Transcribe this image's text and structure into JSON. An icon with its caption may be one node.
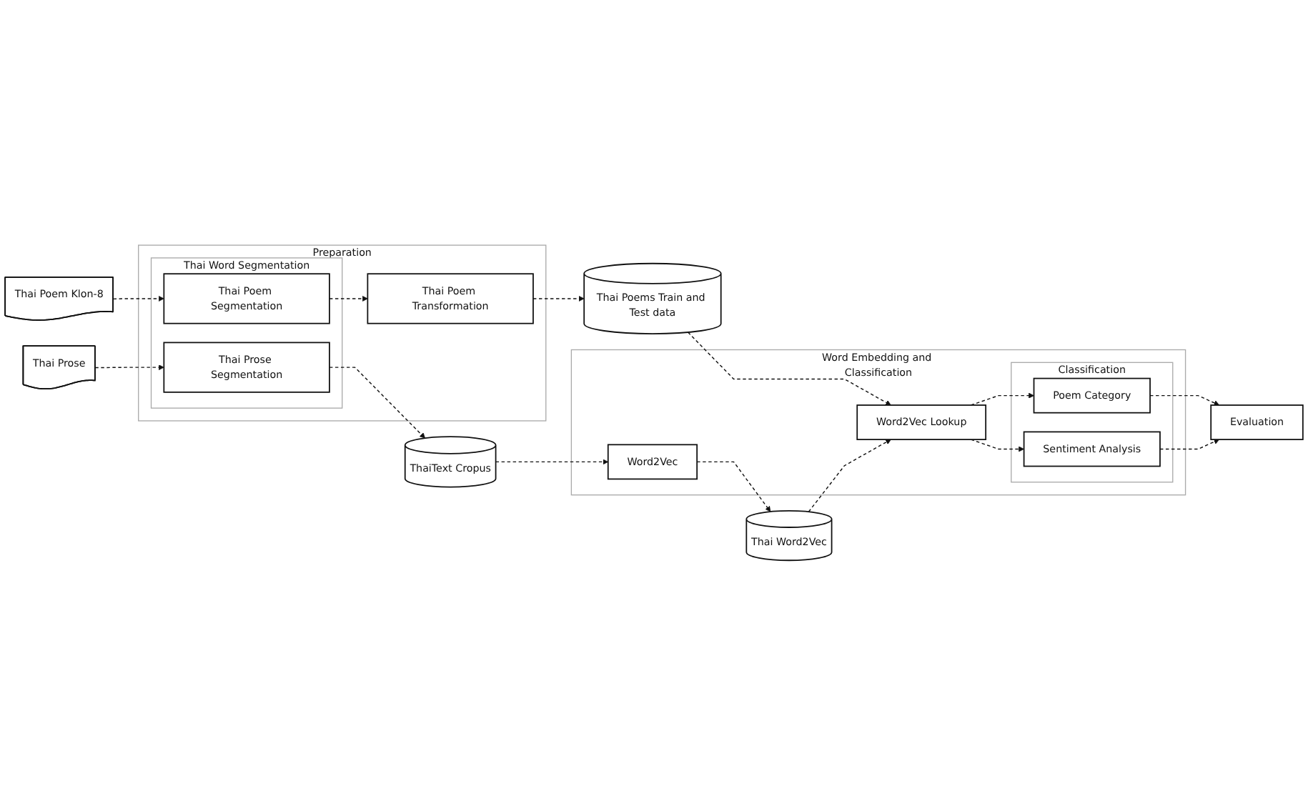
{
  "diagram": {
    "nodes": [
      {
        "text": [
          "Thai Prose"
        ]
      },
      {
        "text": [
          "Thai Poem Klon-8"
        ]
      },
      {
        "text": [
          "Preparation"
        ]
      },
      {
        "text": [
          "Thai Word Segmentation"
        ],
        "in": 2
      },
      {
        "text": [
          "Thai Prose Segmentation"
        ],
        "in": 3
      },
      {
        "text": [
          "Thai Poem Segmentation"
        ],
        "in": 3
      },
      {
        "text": [
          "Thai Poem Transformation"
        ],
        "in": 2
      },
      {
        "text": [
          "ThaiText Cropus"
        ]
      },
      {
        "text": [
          "Thai Poems Train and Test data"
        ]
      },
      {
        "text": [
          "Thai Word2Vec"
        ]
      },
      {
        "text": [
          "Word Embedding and Classification"
        ]
      },
      {
        "text": [
          "Word2Vec"
        ],
        "in": 10
      },
      {
        "text": [
          "Word2Vec Lookup"
        ],
        "in": 10
      },
      {
        "text": [
          "Classification"
        ],
        "in": 10
      },
      {
        "text": [
          "Poem Category"
        ],
        "in": 13
      },
      {
        "text": [
          "Sentiment Analysis"
        ],
        "in": 13
      },
      {
        "text": [
          "Evaluation"
        ]
      }
    ],
    "edges": [
      {
        "from": 0,
        "to": 4,
        "arrow": "to",
        "style": "dashed"
      },
      {
        "from": 1,
        "to": 5,
        "arrow": "to",
        "style": "dashed"
      },
      {
        "from": 4,
        "to": 7,
        "arrow": "to",
        "style": "dashed"
      },
      {
        "from": 5,
        "to": 6,
        "arrow": "to",
        "style": "dashed"
      },
      {
        "from": 6,
        "to": 8,
        "arrow": "to",
        "style": "dashed"
      },
      {
        "from": 7,
        "to": 11,
        "arrow": "to",
        "style": "dashed"
      },
      {
        "from": 8,
        "to": 12,
        "arrow": "to",
        "style": "dashed"
      },
      {
        "from": 11,
        "to": 9,
        "arrow": "to",
        "style": "dashed"
      },
      {
        "from": 9,
        "to": 12,
        "arrow": "to",
        "style": "dashed"
      },
      {
        "from": 12,
        "to": 14,
        "arrow": "to",
        "style": "dashed"
      },
      {
        "from": 12,
        "to": 15,
        "arrow": "to",
        "style": "dashed"
      },
      {
        "from": 14,
        "to": 16,
        "arrow": "to",
        "style": "dashed"
      },
      {
        "from": 15,
        "to": 16,
        "arrow": "to",
        "style": "dashed"
      }
    ]
  }
}
